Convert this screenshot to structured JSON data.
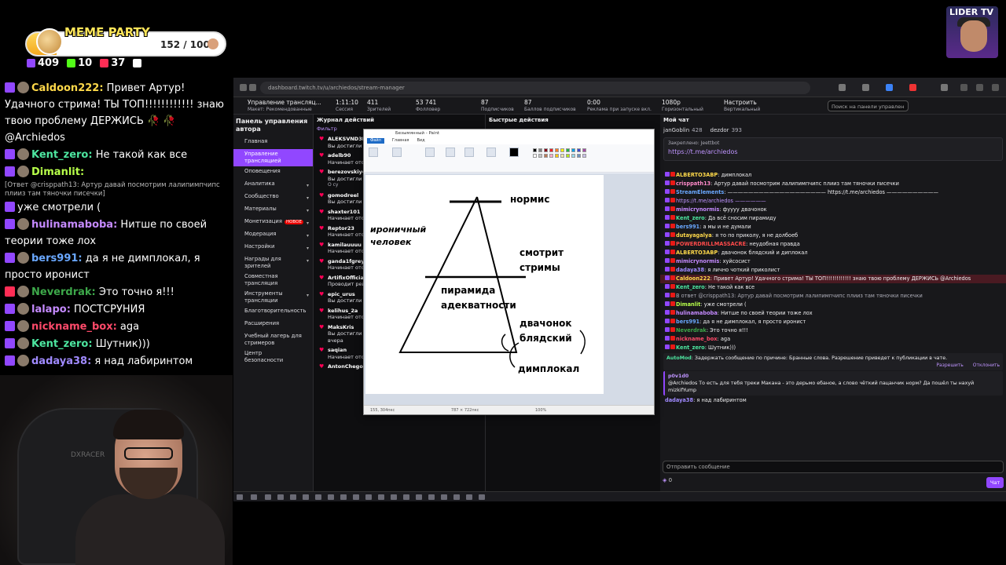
{
  "overlay": {
    "meme_title": "MEME PARTY",
    "meme_progress_text": "152 / 1000",
    "meme_progress_value": 152,
    "meme_progress_max": 1000,
    "stats": [
      {
        "icon": "followers-icon",
        "value": "409",
        "color": "#9147ff"
      },
      {
        "icon": "kick-icon",
        "value": "10",
        "color": "#53fc18"
      },
      {
        "icon": "vk-live-icon",
        "value": "37",
        "color": "#ff2d55"
      },
      {
        "icon": "w-icon",
        "value": "",
        "color": "#ffffff"
      }
    ],
    "chat": [
      {
        "user": "Caldoon222:",
        "color": "#ffd94a",
        "text": " Привет Артур! Удачного стрима! ТЫ ТОП!!!!!!!!!!!! знаю твою проблему ДЕРЖИСЬ 🥀 🥀 @Archiedos"
      },
      {
        "user": "Kent_zero:",
        "color": "#4de6a0",
        "text": " Не такой как все"
      },
      {
        "user": "Dimanlit:",
        "color": "#b7ff4a",
        "text": ""
      },
      {
        "reply": "[Ответ @crisppath13: Артур давай посмотрим лалипимпчипс плииз там тяночки писечки]"
      },
      {
        "user": "",
        "color": "#ffffff",
        "text": "уже смотрели ("
      },
      {
        "user": "hulinamaboba:",
        "color": "#c58aff",
        "text": " Нитше по своей теории тоже лох"
      },
      {
        "user": "bers991:",
        "color": "#6aa8ff",
        "text": " да я не димплокал, я просто иронист"
      },
      {
        "user": "Neverdrak:",
        "color": "#3da84a",
        "text": " Это точно я!!!"
      },
      {
        "user": "lalapo:",
        "color": "#c58aff",
        "text": " ПОСТСРУНИЯ"
      },
      {
        "user": "nickname_box:",
        "color": "#ff4a6a",
        "text": " aga"
      },
      {
        "user": "Kent_zero:",
        "color": "#4de6a0",
        "text": " Шутник)))"
      },
      {
        "user": "dadaya38:",
        "color": "#a08aff",
        "text": " я над лабиринтом"
      }
    ],
    "webcam_chair_brand": "DXRACER",
    "logo_text": "LIDER TV"
  },
  "browser": {
    "url": "dashboard.twitch.tv/u/archiedos/stream-manager"
  },
  "dashboard": {
    "topbar": [
      {
        "value": "Управление трансляц...",
        "label": "Макет: Рекомендованные"
      },
      {
        "value": "1:11:10",
        "label": "Сессия"
      },
      {
        "value": "411",
        "label": "Зрителей"
      },
      {
        "value": "53 741",
        "label": "Фолловер"
      },
      {
        "value": "87",
        "label": "Подписчиков"
      },
      {
        "value": "87",
        "label": "Баллов подписчиков"
      },
      {
        "value": "0:00",
        "label": "Реклама при запуске вкл."
      },
      {
        "value": "1080p",
        "label": "Горизонтальный"
      },
      {
        "value": "Настроить",
        "label": "Вертикальный"
      }
    ],
    "search_placeholder": "Поиск на панели управлен",
    "nav_title": "Панель управления автора",
    "nav": [
      {
        "label": "Главная"
      },
      {
        "label": "Управление трансляцией",
        "active": true
      },
      {
        "label": "Оповещения"
      },
      {
        "label": "Аналитика",
        "chev": true
      },
      {
        "label": "Сообщество",
        "chev": true
      },
      {
        "label": "Материалы",
        "chev": true
      },
      {
        "label": "Монетизация",
        "chev": true,
        "badge": "НОВОЕ"
      },
      {
        "label": "Модерация",
        "chev": true
      },
      {
        "label": "Настройки",
        "chev": true
      },
      {
        "label": "Награды для зрителей",
        "chev": true
      },
      {
        "label": "Совместная трансляция"
      },
      {
        "label": "Инструменты трансляции",
        "chev": true
      },
      {
        "label": "Благотворительность"
      },
      {
        "label": "Расширения"
      },
      {
        "label": "Учебный лагерь для стримеров"
      },
      {
        "label": "Центр безопасности"
      }
    ],
    "activity_title": "Журнал действий",
    "activity_filter": "Фильтр",
    "activity": [
      {
        "who": "ALEKSVND3R",
        "text": "Вы достигли ... минуты назад"
      },
      {
        "who": "adelb90",
        "text": "Начинает отс..."
      },
      {
        "who": "berezovskiy4",
        "text": "Вы достигли ... минут назад",
        "sub": "О су"
      },
      {
        "who": "gomodreel",
        "text": "Вы достигли ... назад"
      },
      {
        "who": "shaxter101",
        "text": "Начинает отс..."
      },
      {
        "who": "Reptor23",
        "text": "Начинает отс..."
      },
      {
        "who": "kamilauuuu",
        "text": "Начинает отс..."
      },
      {
        "who": "ganda1fgrey1",
        "text": "Начинает отс..."
      },
      {
        "who": "ArtifixOfficial",
        "text": "Проводит рей... зрителей. • вчера"
      },
      {
        "who": "epic_urus",
        "text": "Вы достигли ... назад"
      },
      {
        "who": "kelihus_2a",
        "text": "Начинает отслеживать вас • вчера"
      },
      {
        "who": "MaksKris",
        "text": "Вы достигли серии просмотров из 7 трансляций • вчера"
      },
      {
        "who": "saqian",
        "text": "Начинает отслеживать вас • вчера"
      },
      {
        "who": "AntonChegoor",
        "text": ""
      }
    ],
    "quick_title": "Быстрые действия",
    "chat_title": "Мой чат",
    "chat_top_users": [
      {
        "name": "janGoblin",
        "count": "428"
      },
      {
        "name": "dezdor",
        "count": "393"
      }
    ],
    "pinned_label": "Закреплено: Jeettbot",
    "pinned_link": "https://t.me/archiedos",
    "chat": [
      {
        "user": "ALBERTO3ABP",
        "color": "#ffd94a",
        "text": ": димплокал"
      },
      {
        "user": "crisppath13",
        "color": "#ff8ac9",
        "text": ": Артур давай посмотрим лалипимпчипс плииз там тяночки писечки"
      },
      {
        "user": "StreamElements",
        "color": "#6aa8ff",
        "text": ": ——————————————————— https://t.me/archiedos ——————————"
      },
      {
        "user": "",
        "color": "#bf94ff",
        "text": "https://t.me/archiedos ——————"
      },
      {
        "user": "mimicrynormis",
        "color": "#c58aff",
        "text": ": фуууу двачонок"
      },
      {
        "user": "Kent_zero",
        "color": "#4de6a0",
        "text": ": Да всё сносим пирамиду"
      },
      {
        "user": "bers991",
        "color": "#6aa8ff",
        "text": ": а мы и не думали"
      },
      {
        "user": "dutayagalya",
        "color": "#ffd94a",
        "text": ": я то по приколу, я не долбоеб"
      },
      {
        "user": "POWERDRILLMASSACRE",
        "color": "#ff4a4a",
        "text": ": неудобная правда"
      },
      {
        "user": "ALBERTO3ABP",
        "color": "#ffd94a",
        "text": ": двачонок блядский и диплокал"
      },
      {
        "user": "mimicrynormis",
        "color": "#c58aff",
        "text": ": хуйсосист"
      },
      {
        "user": "dadaya38",
        "color": "#a08aff",
        "text": ": я лично чоткий приколист"
      },
      {
        "user": "Caldoon222",
        "color": "#ffd94a",
        "text": ": Привет Артур! Удачного стрима! ТЫ ТОП!!!!!!!!!!!! знаю твою проблему ДЕРЖИСЬ @Archiedos",
        "mention": true
      },
      {
        "user": "Kent_zero",
        "color": "#4de6a0",
        "text": ": Не такой как все"
      },
      {
        "user": "",
        "color": "#adadb8",
        "text": "В ответ @crisppath13: Артур давай посмотрим лалипимпчипс плииз там тяночки писечки"
      },
      {
        "user": "Dimanlit",
        "color": "#b7ff4a",
        "text": ": уже смотрели ("
      },
      {
        "user": "hulinamaboba",
        "color": "#c58aff",
        "text": ": Нитше по своей теории тоже лох"
      },
      {
        "user": "bers991",
        "color": "#6aa8ff",
        "text": ": да я не димплокал, я просто иронист"
      },
      {
        "user": "Neverdrak",
        "color": "#3da84a",
        "text": ": Это точно я!!!"
      },
      {
        "user": "nickname_box",
        "color": "#ff4a6a",
        "text": ": aga"
      },
      {
        "user": "Kent_zero",
        "color": "#4de6a0",
        "text": ": Шутник)))"
      }
    ],
    "automod_user": "AutoMod",
    "automod_text": ": Задержать сообщение по причине: Бранные слова. Разрешение приведет к публикации в чате.",
    "automod_allow": "Разрешить",
    "automod_deny": "Отклонить",
    "held_user": "p0v1d0",
    "held_text": "@Archiedos То есть для тебя треки Макана - это дерьмо ебаное, а слово чёткий пацанчик норм? Да пошёл ты нахуй mizkifYump",
    "last_user": "dadaya38",
    "last_text": ": я над лабиринтом",
    "input_placeholder": "Отправить сообщение",
    "points": "0",
    "send_label": "Чат"
  },
  "paint": {
    "title": "Безымянный - Paint",
    "tabs": [
      "Файл",
      "Главная",
      "Вид"
    ],
    "status_left": "155, 304пкс",
    "status_mid": "787 × 722пкс",
    "status_zoom": "100%",
    "labels": {
      "normis": "нормис",
      "ironic": "ироничный человек",
      "watches": "смотрит стримы",
      "pyramid": "пирамида адекватности",
      "dvach": "двачонок блядский",
      "dimplokal": "димплокал"
    }
  }
}
